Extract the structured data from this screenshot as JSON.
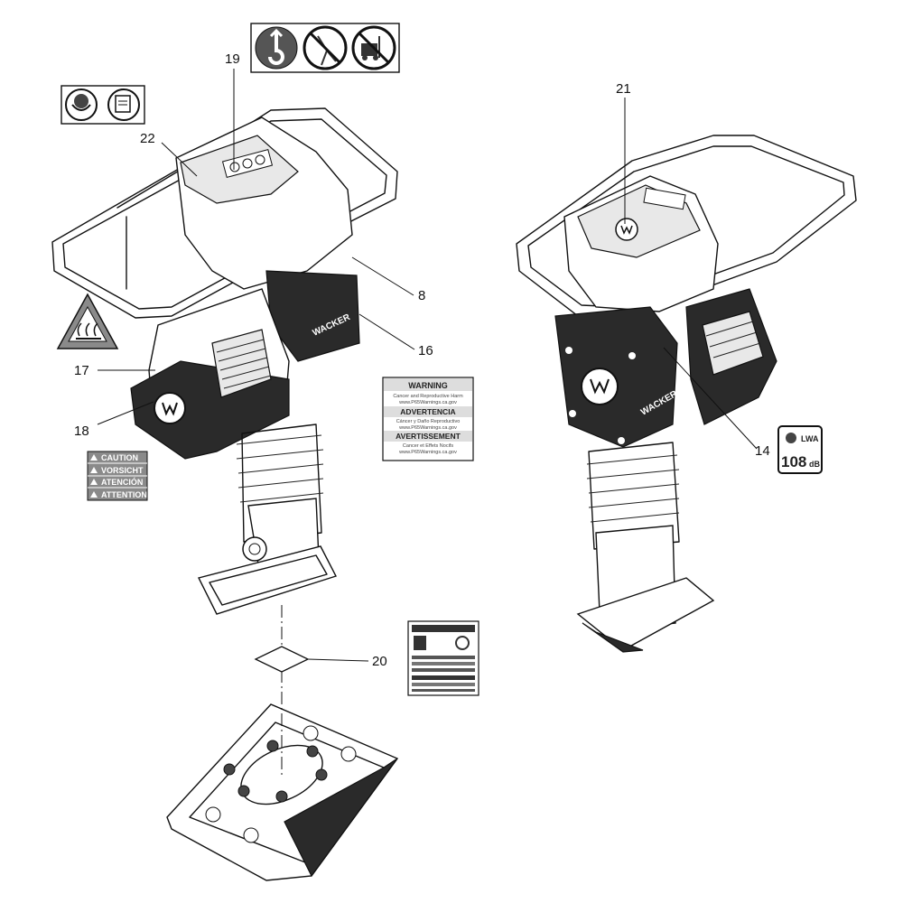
{
  "callouts": [
    {
      "id": "c19",
      "label": "19"
    },
    {
      "id": "c22",
      "label": "22"
    },
    {
      "id": "c21",
      "label": "21"
    },
    {
      "id": "c8",
      "label": "8"
    },
    {
      "id": "c16",
      "label": "16"
    },
    {
      "id": "c17",
      "label": "17"
    },
    {
      "id": "c18",
      "label": "18"
    },
    {
      "id": "c14",
      "label": "14"
    },
    {
      "id": "c20",
      "label": "20"
    }
  ],
  "decals": {
    "warning": {
      "line1": "WARNING",
      "line2": "ADVERTENCIA",
      "line3": "AVERTISSEMENT"
    },
    "caution_stack": [
      "CAUTION",
      "VORSICHT",
      "ATENCIÓN",
      "ATTENTION"
    ],
    "sound": {
      "symbol": "LWA",
      "value": "108",
      "unit": "dB"
    }
  },
  "icons": {
    "lift_point": "lift-hook-icon",
    "no_stand": "no-climbing-icon",
    "no_forklift": "no-forklift-icon",
    "ear_protection": "ear-protection-icon",
    "read_manual": "read-manual-icon",
    "hot_surface": "hot-surface-icon",
    "brand_logo": "w-logo-icon"
  },
  "colors": {
    "ink": "#111111",
    "decal_grey": "#8a8a8a",
    "body_dark": "#2a2a2a"
  }
}
